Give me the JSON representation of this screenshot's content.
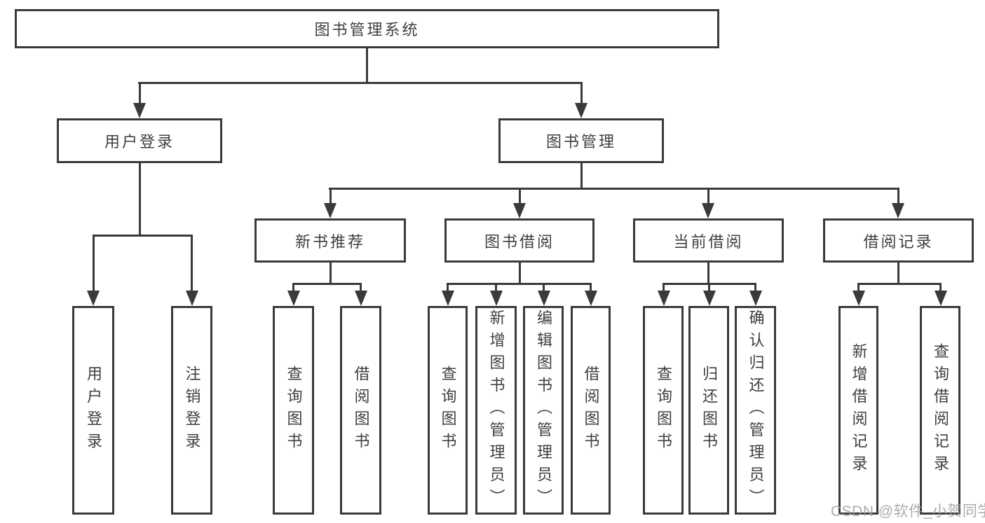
{
  "colors": {
    "line": "#3a3a3a",
    "text": "#3f3f3f",
    "background": "#ffffff",
    "watermark": "#9e9e9e"
  },
  "diagram": {
    "root": {
      "label": "图书管理系统"
    },
    "branches": [
      {
        "label": "用户登录",
        "children": [
          {
            "label": "用户登录"
          },
          {
            "label": "注销登录"
          }
        ]
      },
      {
        "label": "图书管理",
        "children": [
          {
            "label": "新书推荐",
            "children": [
              {
                "label": "查询图书"
              },
              {
                "label": "借阅图书"
              }
            ]
          },
          {
            "label": "图书借阅",
            "children": [
              {
                "label": "查询图书"
              },
              {
                "label": "新增图书（管理员）"
              },
              {
                "label": "编辑图书（管理员）"
              },
              {
                "label": "借阅图书"
              }
            ]
          },
          {
            "label": "当前借阅",
            "children": [
              {
                "label": "查询图书"
              },
              {
                "label": "归还图书"
              },
              {
                "label": "确认归还（管理员）"
              }
            ]
          },
          {
            "label": "借阅记录",
            "children": [
              {
                "label": "新增借阅记录"
              },
              {
                "label": "查询借阅记录"
              }
            ]
          }
        ]
      }
    ]
  },
  "watermark": {
    "text": "CSDN @软件_小贺同学"
  }
}
